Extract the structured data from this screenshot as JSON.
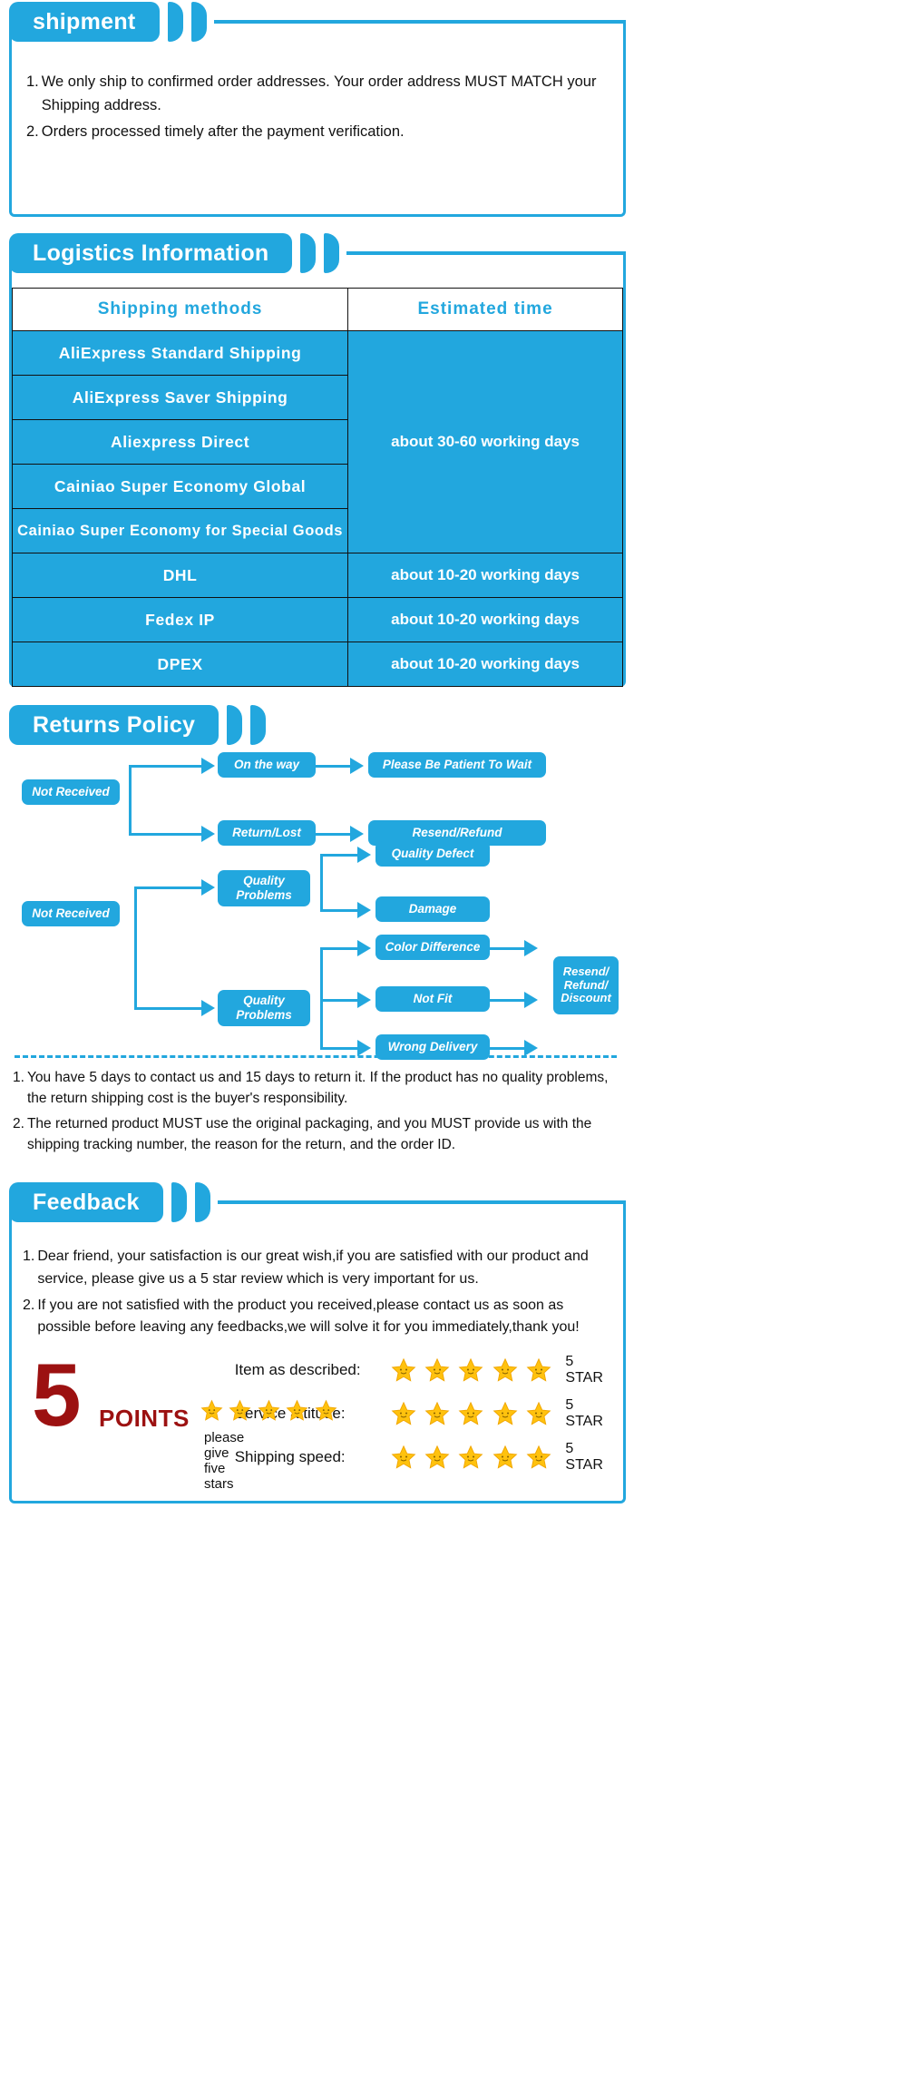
{
  "theme": {
    "accent": "#22a7de",
    "star": "#ffc20e",
    "logo_red": "#9c1111"
  },
  "shipment": {
    "title": "shipment",
    "items": [
      {
        "num": "1.",
        "text": "We only ship to confirmed order addresses. Your order address MUST MATCH your Shipping address."
      },
      {
        "num": "2.",
        "text": "Orders processed timely after the payment verification."
      }
    ]
  },
  "logistics": {
    "title": "Logistics Information",
    "headers": [
      "Shipping  methods",
      "Estimated  time"
    ],
    "rows": [
      {
        "method": "AliExpress  Standard  Shipping",
        "time": "about 30-60 working days",
        "group": 1
      },
      {
        "method": "AliExpress  Saver  Shipping",
        "time": "",
        "group": 1
      },
      {
        "method": "Aliexpress  Direct",
        "time": "",
        "group": 1
      },
      {
        "method": "Cainiao  Super  Economy  Global",
        "time": "",
        "group": 1
      },
      {
        "method": "Cainiao  Super  Economy  for Special  Goods",
        "time": "",
        "group": 1
      },
      {
        "method": "DHL",
        "time": "about 10-20 working days",
        "group": 2
      },
      {
        "method": "Fedex  IP",
        "time": "about 10-20 working days",
        "group": 3
      },
      {
        "method": "DPEX",
        "time": "about 10-20 working days",
        "group": 4
      }
    ]
  },
  "returns": {
    "title": "Returns Policy",
    "flow": {
      "group1_root": "Not Received",
      "g1_b1": "On the way",
      "g1_b1_out": "Please Be Patient To Wait",
      "g1_b2": "Return/Lost",
      "g1_b2_out": "Resend/Refund",
      "group2_root": "Not Received",
      "g2_q1": "Quality Problems",
      "g2_q1_a": "Quality Defect",
      "g2_q1_b": "Damage",
      "g2_q2": "Quality Problems",
      "g2_q2_a": "Color Difference",
      "g2_q2_b": "Not Fit",
      "g2_q2_c": "Wrong Delivery",
      "g2_out": "Resend/ Refund/ Discount"
    },
    "notes": [
      {
        "num": "1.",
        "text": "You have 5 days to contact us and 15 days to return it. If the product has no quality problems, the return shipping cost is the buyer's responsibility."
      },
      {
        "num": "2.",
        "text": "The returned product MUST use the original packaging, and you MUST provide us with the shipping tracking number, the reason for the return, and the order ID."
      }
    ]
  },
  "feedback": {
    "title": "Feedback",
    "items": [
      {
        "num": "1.",
        "text": "Dear friend, your satisfaction is our great wish,if you are satisfied with our product and service, please give us a 5 star review which is very important for us."
      },
      {
        "num": "2.",
        "text": "If you are not satisfied with the product you received,please contact us as soon as possible before leaving any feedbacks,we will solve it for you immediately,thank you!"
      }
    ],
    "logo": {
      "number": "5",
      "points": "POINTS",
      "caption": "please give five stars",
      "stars": 5
    },
    "ratings": [
      {
        "label": "Item as described:",
        "stars": 5,
        "value": "5 STAR"
      },
      {
        "label": "Service attitude:",
        "stars": 5,
        "value": "5 STAR"
      },
      {
        "label": "Shipping speed:",
        "stars": 5,
        "value": "5 STAR"
      }
    ]
  }
}
